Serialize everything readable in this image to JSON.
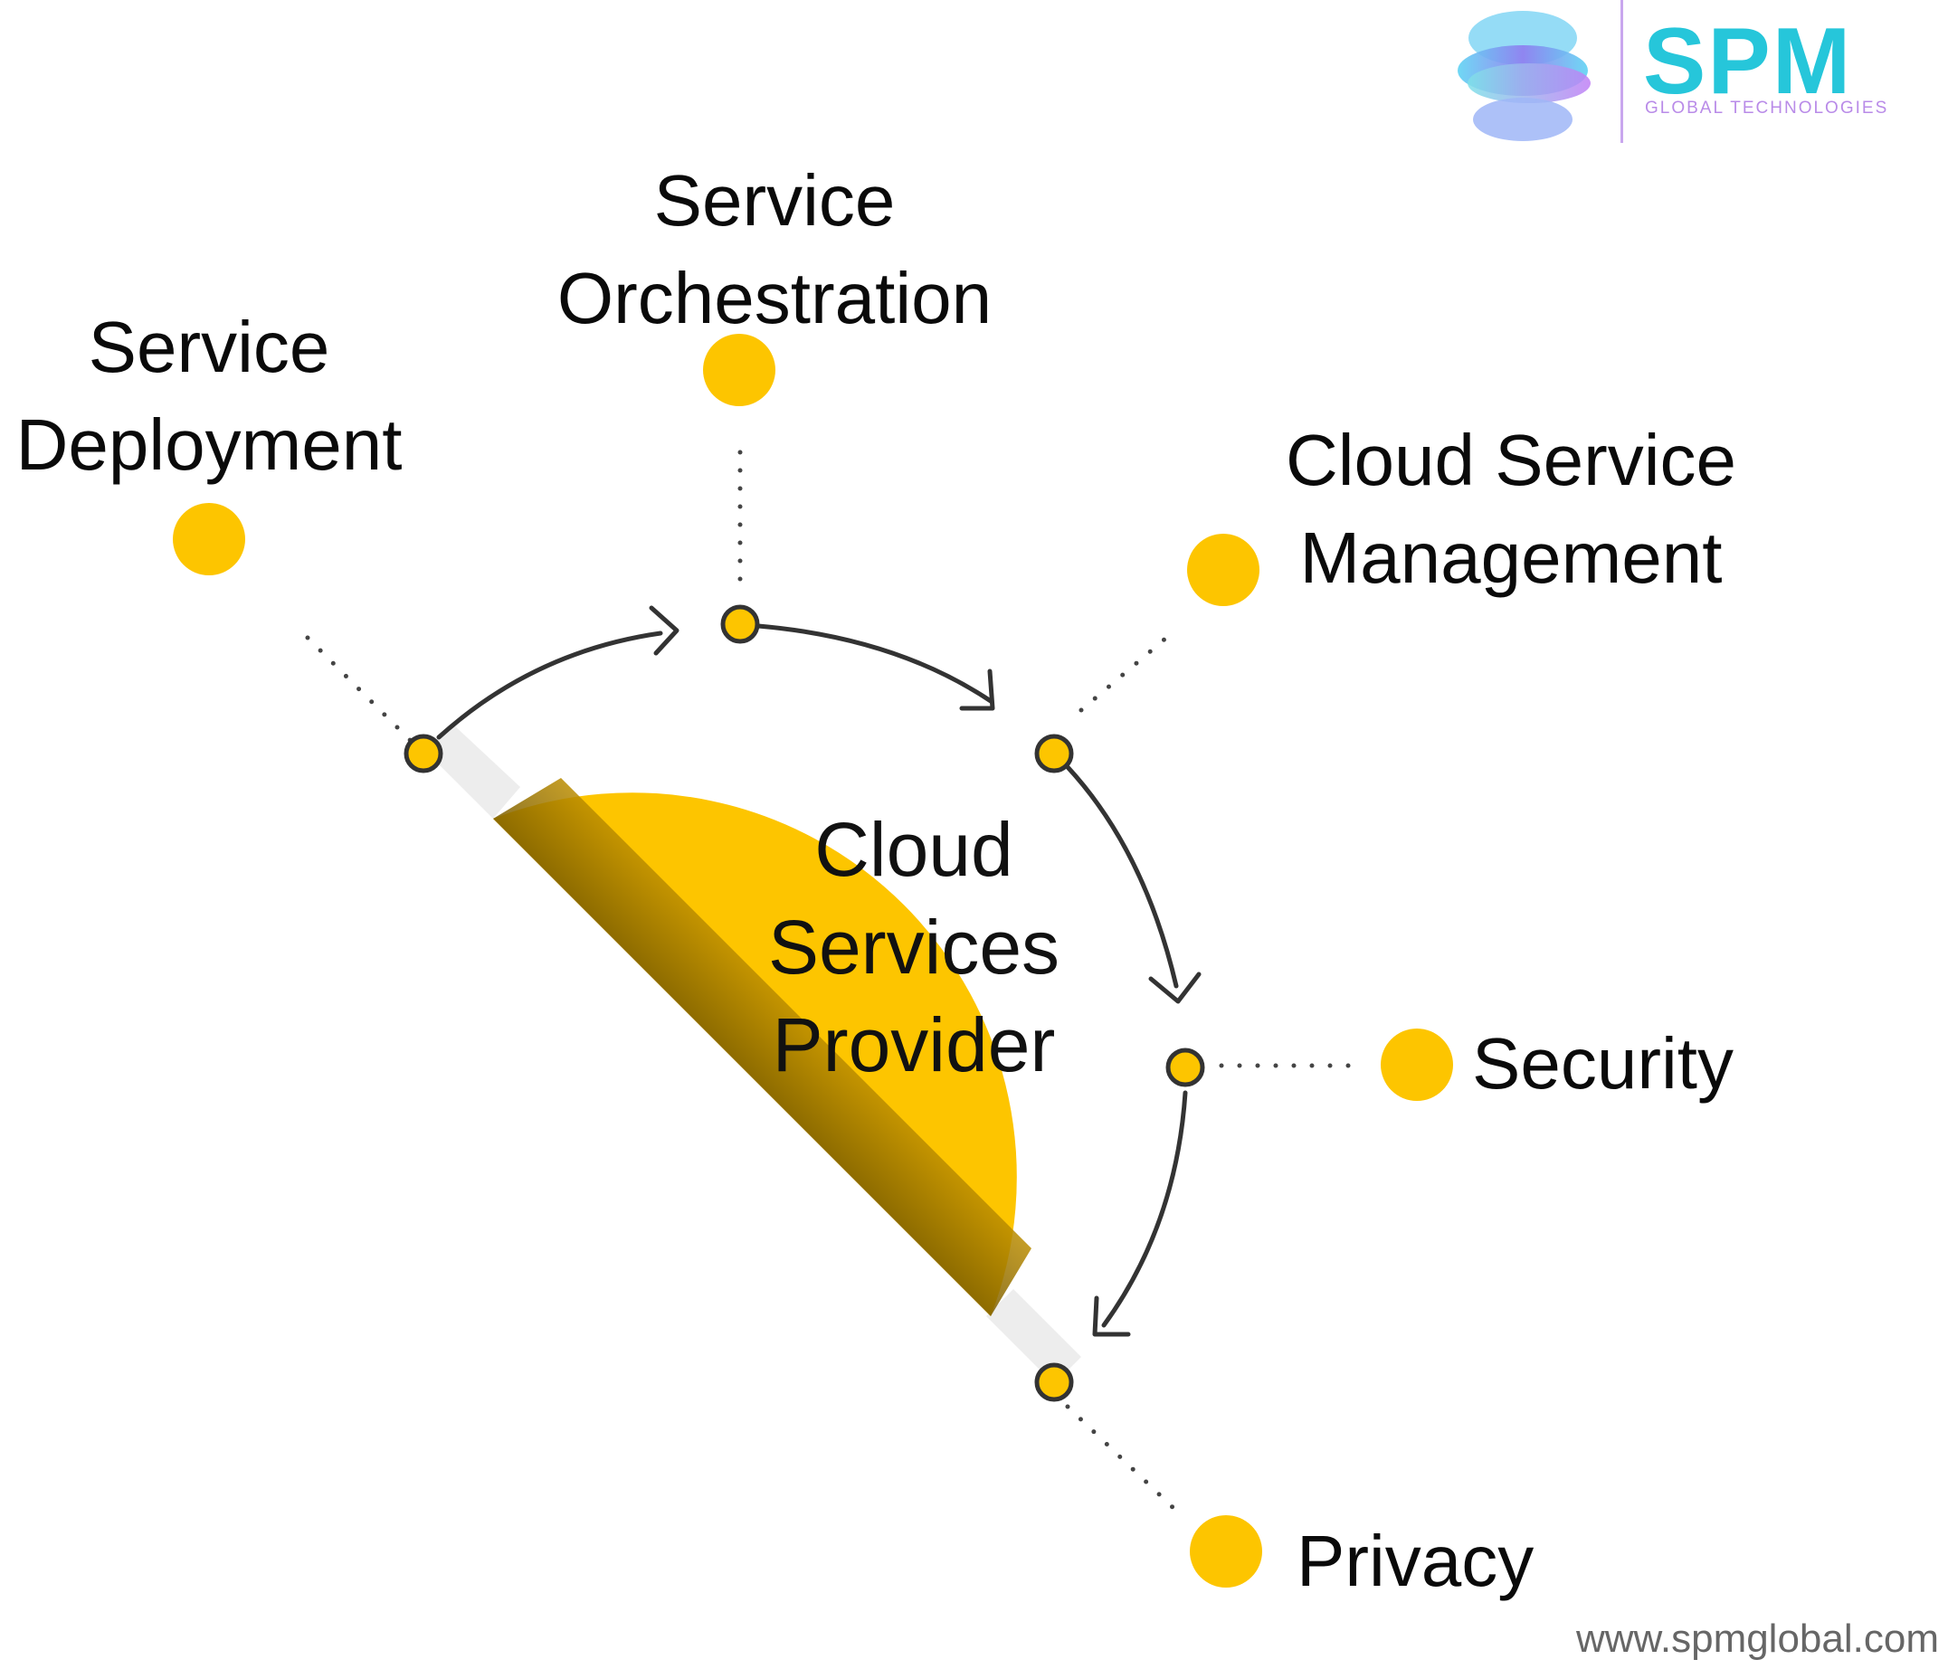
{
  "diagram": {
    "center": {
      "lines": [
        "Cloud",
        "Services",
        "Provider"
      ]
    },
    "nodes": [
      {
        "id": "service-deployment",
        "lines": [
          "Service",
          "Deployment"
        ]
      },
      {
        "id": "service-orchestration",
        "lines": [
          "Service",
          "Orchestration"
        ]
      },
      {
        "id": "cloud-service-management",
        "lines": [
          "Cloud Service",
          "Management"
        ]
      },
      {
        "id": "security",
        "lines": [
          "Security"
        ]
      },
      {
        "id": "privacy",
        "lines": [
          "Privacy"
        ]
      }
    ]
  },
  "logo": {
    "name": "SPM",
    "subtitle": "GLOBAL TECHNOLOGIES",
    "primary_color": "#26c6da",
    "secondary_color": "#b98be8"
  },
  "footer": {
    "url": "www.spmglobal.com"
  },
  "colors": {
    "accent": "#fdc500",
    "stroke": "#333333",
    "dots": "#444444"
  }
}
